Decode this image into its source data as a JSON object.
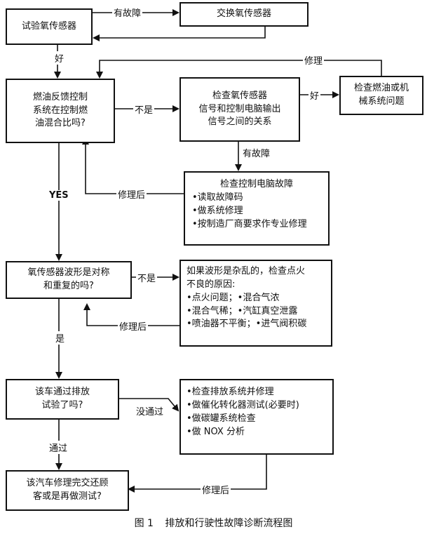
{
  "nodes": {
    "test_sensor": "试验氧传感器",
    "replace_sensor": "交换氧传感器",
    "fuel_feedback": [
      "燃油反馈控制",
      "系统在控制燃",
      "油混合比吗?"
    ],
    "check_sensor": [
      "检查氧传感器",
      "信号和控制电脑输出",
      "信号之间的关系"
    ],
    "check_fuel_mech": [
      "检查燃油或机",
      "械系统问题"
    ],
    "check_ecu": {
      "title": "检查控制电脑故障",
      "items": [
        "•读取故障码",
        "•做系统修理",
        "•按制造厂商要求作专业修理"
      ]
    },
    "waveform": [
      "氧传感器波形是对称",
      "和重复的吗?"
    ],
    "chaotic_wave": {
      "lines": [
        "如果波形是杂乱的，检查点火",
        "不良的原因:",
        "•点火问题；•混合气浓",
        "•混合气稀；•汽缸真空泄露",
        "•喷油器不平衡；•进气阀积碳"
      ]
    },
    "emission_test": [
      "该车通过排放",
      "试验了吗?"
    ],
    "emission_fix": {
      "items": [
        "•检查排放系统并修理",
        "•做催化转化器测试(必要时)",
        "•做碳罐系统检查",
        "•做 NOX 分析"
      ]
    },
    "final": [
      "该汽车修理完交还顾",
      "客或是再做测试?"
    ]
  },
  "labels": {
    "faulty_top": "有故障",
    "good_1": "好",
    "repair_top": "修理",
    "not_1": "不是",
    "good_2": "好",
    "faulty_2": "有故障",
    "after_repair_1": "修理后",
    "yes": "YES",
    "not_2": "不是",
    "after_repair_2": "修理后",
    "shi": "是",
    "not_passed": "没通过",
    "passed": "通过",
    "after_repair_3": "修理后"
  },
  "caption": {
    "number": "图 1",
    "title": "排放和行驶性故障诊断流程图"
  }
}
